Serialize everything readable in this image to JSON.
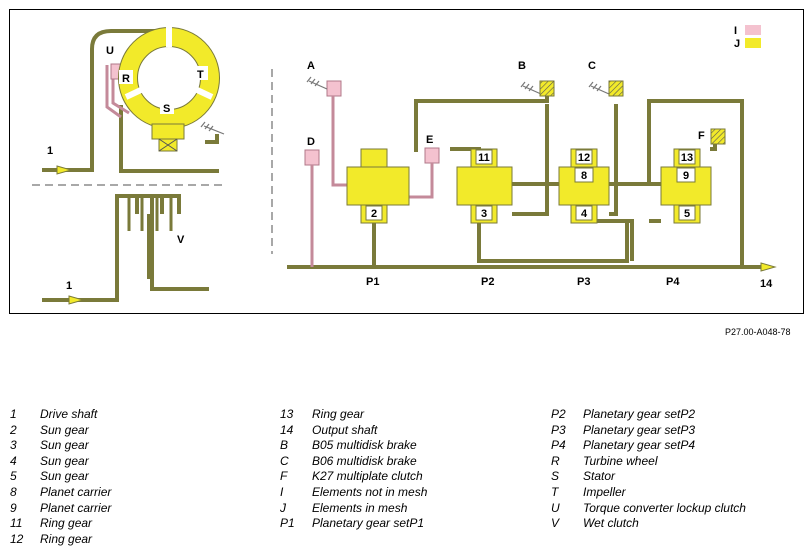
{
  "colors": {
    "engaged": "#f2ea2a",
    "not_engaged": "#f4c2cf",
    "outline": "#7a7a3a",
    "gray": "#8c8c8c"
  },
  "diagram": {
    "state_legend": {
      "i": "I",
      "j": "J"
    },
    "labels": {
      "u": "U",
      "r": "R",
      "t": "T",
      "s": "S",
      "v": "V",
      "a": "A",
      "b": "B",
      "c": "C",
      "d": "D",
      "e": "E",
      "f": "F",
      "input_top": "1",
      "input_bottom": "1",
      "output": "14",
      "p1": "P1",
      "p2": "P2",
      "p3": "P3",
      "p4": "P4"
    },
    "boxes": {
      "b2": "2",
      "b3": "3",
      "b4": "4",
      "b5": "5",
      "b8": "8",
      "b9": "9",
      "b11": "11",
      "b12": "12",
      "b13": "13"
    }
  },
  "ref_code": "P27.00-A048-78",
  "legend": {
    "col1": [
      {
        "key": "1",
        "text": "Drive shaft"
      },
      {
        "key": "2",
        "text": "Sun gear"
      },
      {
        "key": "3",
        "text": "Sun gear"
      },
      {
        "key": "4",
        "text": "Sun gear"
      },
      {
        "key": "5",
        "text": "Sun gear"
      },
      {
        "key": "8",
        "text": "Planet carrier"
      },
      {
        "key": "9",
        "text": "Planet carrier"
      },
      {
        "key": "11",
        "text": "Ring gear"
      },
      {
        "key": "12",
        "text": "Ring gear"
      }
    ],
    "col2": [
      {
        "key": "13",
        "text": "Ring gear"
      },
      {
        "key": "14",
        "text": "Output shaft"
      },
      {
        "key": "B",
        "text": "B05 multidisk brake"
      },
      {
        "key": "C",
        "text": "B06 multidisk brake"
      },
      {
        "key": "F",
        "text": "K27 multiplate clutch"
      },
      {
        "key": "I",
        "text": "Elements not in mesh"
      },
      {
        "key": "J",
        "text": "Elements in mesh"
      },
      {
        "key": "P1",
        "text": "Planetary gear setP1"
      }
    ],
    "col3": [
      {
        "key": "P2",
        "text": "Planetary gear setP2"
      },
      {
        "key": "P3",
        "text": "Planetary gear setP3"
      },
      {
        "key": "P4",
        "text": "Planetary gear setP4"
      },
      {
        "key": "R",
        "text": "Turbine wheel"
      },
      {
        "key": "S",
        "text": "Stator"
      },
      {
        "key": "T",
        "text": "Impeller"
      },
      {
        "key": "U",
        "text": "Torque converter lockup clutch"
      },
      {
        "key": "V",
        "text": "Wet clutch"
      }
    ]
  }
}
